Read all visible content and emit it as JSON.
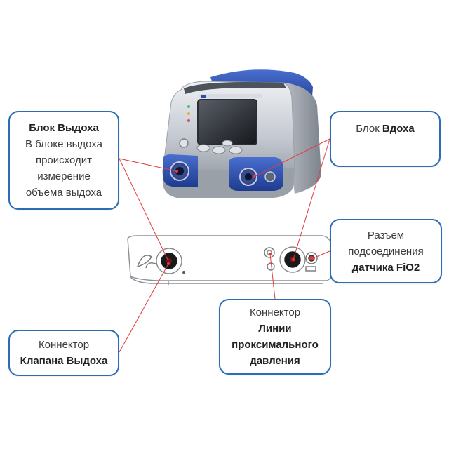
{
  "callouts": {
    "exhalation_block": {
      "title": "Блок Выдоха",
      "lines": [
        "В блоке выдоха",
        "происходит",
        "измерение",
        "объема выдоха"
      ]
    },
    "inhalation_block": {
      "prefix": "Блок ",
      "title": "Вдоха"
    },
    "fio2_connector": {
      "lines": [
        "Разъем",
        "подсоединения"
      ],
      "title": "датчика FiO2"
    },
    "proximal_line": {
      "prefix": "Коннектор",
      "title_lines": [
        "Линии",
        "проксимального",
        "давления"
      ]
    },
    "exhalation_valve": {
      "prefix": "Коннектор",
      "title": "Клапана Выдоха"
    }
  },
  "colors": {
    "callout_border": "#2a6db5",
    "pointer_line": "#e23b3b",
    "device_blue": "#2b4fa8",
    "device_silver": "#c9ced6"
  }
}
